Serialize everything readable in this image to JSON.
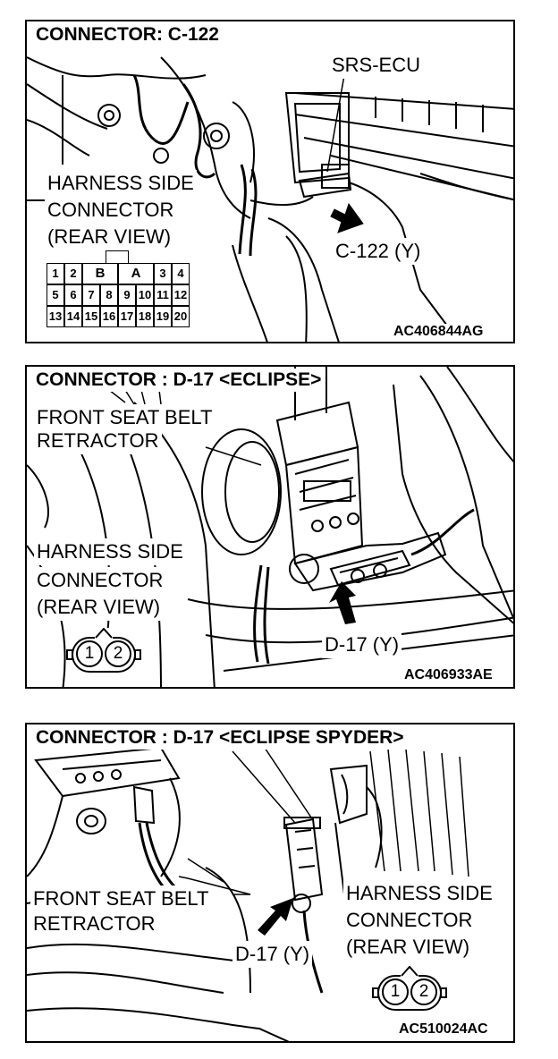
{
  "panels": [
    {
      "title": "CONNECTOR: C-122",
      "labels": {
        "unit": "SRS-ECU",
        "harness1": "HARNESS SIDE",
        "harness2": "CONNECTOR",
        "harness3": "(REAR VIEW)",
        "connector": "C-122 (Y)"
      },
      "pins": {
        "row1": [
          "1",
          "2",
          "B",
          "A",
          "3",
          "4"
        ],
        "row2": [
          "5",
          "6",
          "7",
          "8",
          "9",
          "10",
          "11",
          "12"
        ],
        "row3": [
          "13",
          "14",
          "15",
          "16",
          "17",
          "18",
          "19",
          "20"
        ]
      },
      "code": "AC406844AG"
    },
    {
      "title": "CONNECTOR : D-17 <ECLIPSE>",
      "labels": {
        "part1": "FRONT SEAT BELT",
        "part2": "RETRACTOR",
        "harness1": "HARNESS SIDE",
        "harness2": "CONNECTOR",
        "harness3": "(REAR VIEW)",
        "connector": "D-17 (Y)"
      },
      "pins": [
        "1",
        "2"
      ],
      "code": "AC406933AE"
    },
    {
      "title": "CONNECTOR : D-17 <ECLIPSE SPYDER>",
      "labels": {
        "part1": "FRONT SEAT BELT",
        "part2": "RETRACTOR",
        "harness1": "HARNESS SIDE",
        "harness2": "CONNECTOR",
        "harness3": "(REAR VIEW)",
        "connector": "D-17 (Y)"
      },
      "pins": [
        "1",
        "2"
      ],
      "code": "AC510024AC"
    }
  ]
}
